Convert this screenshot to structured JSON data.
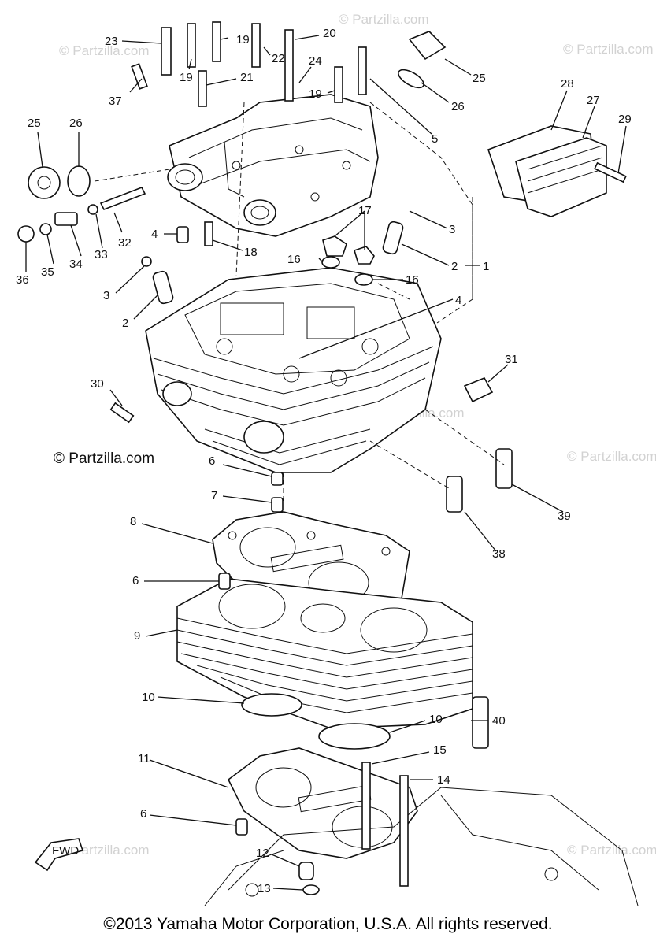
{
  "watermark": {
    "brand_text": "© Partzilla.com",
    "copyright_symbol": "©",
    "word": "Partzilla.com"
  },
  "callouts": [
    "1",
    "2",
    "3",
    "4",
    "5",
    "6",
    "7",
    "8",
    "9",
    "10",
    "11",
    "12",
    "13",
    "14",
    "15",
    "16",
    "17",
    "18",
    "19",
    "20",
    "21",
    "22",
    "23",
    "24",
    "25",
    "26",
    "27",
    "28",
    "29",
    "30",
    "31",
    "32",
    "33",
    "34",
    "35",
    "36",
    "37",
    "38",
    "39",
    "40"
  ],
  "fwd_badge": "FWD",
  "footer": {
    "copyright": "©2013  Yamaha Motor Corporation, U.S.A. All rights reserved."
  }
}
